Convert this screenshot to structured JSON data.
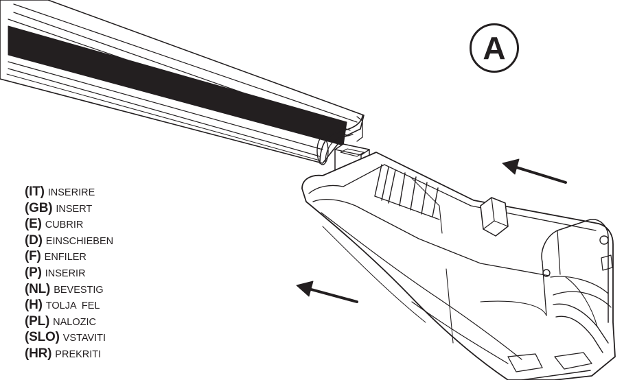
{
  "badge_letter": "A",
  "instructions": [
    {
      "code": "(IT)",
      "word": "INSERIRE"
    },
    {
      "code": "(GB)",
      "word": "INSERT"
    },
    {
      "code": "(E)",
      "word": "CUBRIR"
    },
    {
      "code": "(D)",
      "word": "EINSCHIEBEN"
    },
    {
      "code": "(F)",
      "word": "ENFILER"
    },
    {
      "code": "(P)",
      "word": "INSERIR"
    },
    {
      "code": "(NL)",
      "word": "BEVESTIG"
    },
    {
      "code": "(H)",
      "word": "TOLJA  FEL"
    },
    {
      "code": "(PL)",
      "word": "NALOZIC"
    },
    {
      "code": "(SLO)",
      "word": "VSTAVITI"
    },
    {
      "code": "(HR)",
      "word": "PREKRITI"
    }
  ],
  "colors": {
    "line": "#231f20",
    "fill": "#ffffff"
  }
}
